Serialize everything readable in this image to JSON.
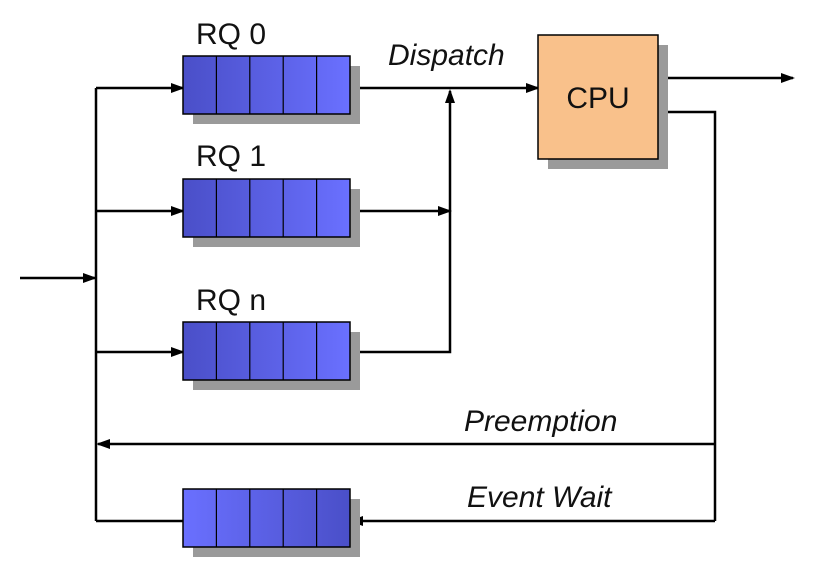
{
  "diagram": {
    "queues": [
      {
        "id": "rq0",
        "label": "RQ 0",
        "cells": 5
      },
      {
        "id": "rq1",
        "label": "RQ 1",
        "cells": 5
      },
      {
        "id": "rqn",
        "label": "RQ n",
        "cells": 5
      },
      {
        "id": "event-wait-queue",
        "label": "",
        "cells": 5
      }
    ],
    "cpu": {
      "label": "CPU"
    },
    "flows": {
      "dispatch": "Dispatch",
      "preemption": "Preemption",
      "event_wait": "Event Wait"
    },
    "colors": {
      "queue_fill_dark": "#4a4fc8",
      "queue_fill_light": "#6a70ff",
      "queue_stroke": "#000000",
      "cpu_fill": "#f9c18b",
      "shadow": "#9a9a9a",
      "line": "#000000"
    }
  }
}
